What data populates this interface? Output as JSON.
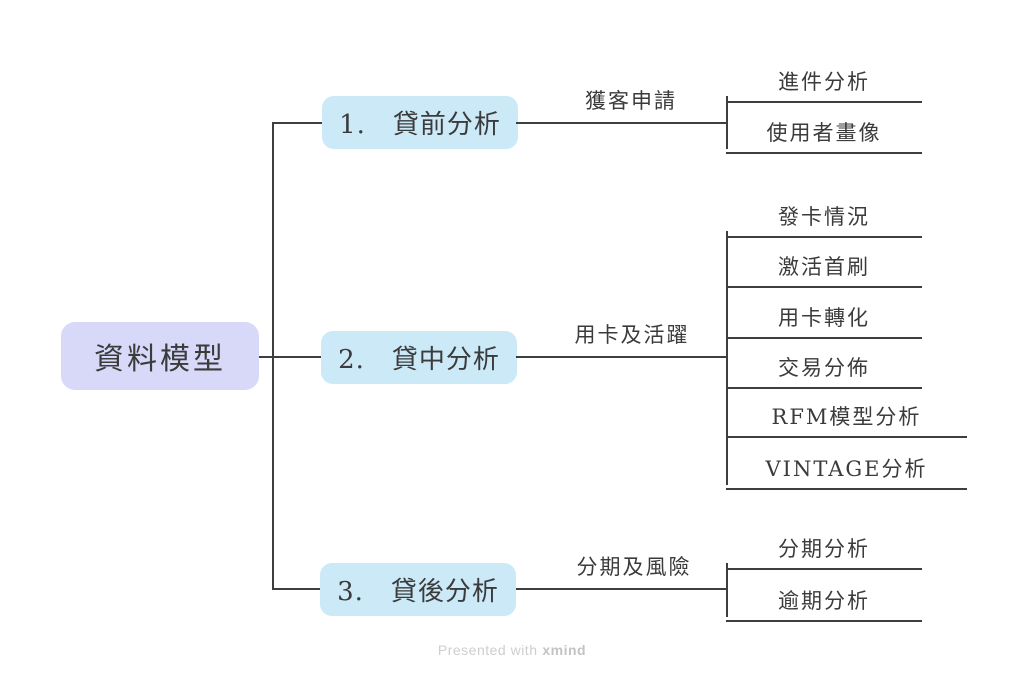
{
  "root": {
    "label": "資料模型"
  },
  "branches": [
    {
      "label": "1.　貸前分析",
      "edge_label": "獲客申請",
      "children": [
        {
          "label": "進件分析"
        },
        {
          "label": "使用者畫像"
        }
      ]
    },
    {
      "label": "2.　貸中分析",
      "edge_label": "用卡及活躍",
      "children": [
        {
          "label": "發卡情況"
        },
        {
          "label": "激活首刷"
        },
        {
          "label": "用卡轉化"
        },
        {
          "label": "交易分佈"
        },
        {
          "label": "RFM模型分析"
        },
        {
          "label": "VINTAGE分析"
        }
      ]
    },
    {
      "label": "3.　貸後分析",
      "edge_label": "分期及風險",
      "children": [
        {
          "label": "分期分析"
        },
        {
          "label": "逾期分析"
        }
      ]
    }
  ],
  "footer": {
    "prefix": "Presented with",
    "brand": "xmind"
  },
  "colors": {
    "root_bg": "#d8d9f8",
    "branch_bg": "#cbe9f7",
    "line": "#3e3e3e",
    "text": "#3b3b3b",
    "footer_text": "#cecece",
    "footer_brand": "#c3c3c3"
  }
}
